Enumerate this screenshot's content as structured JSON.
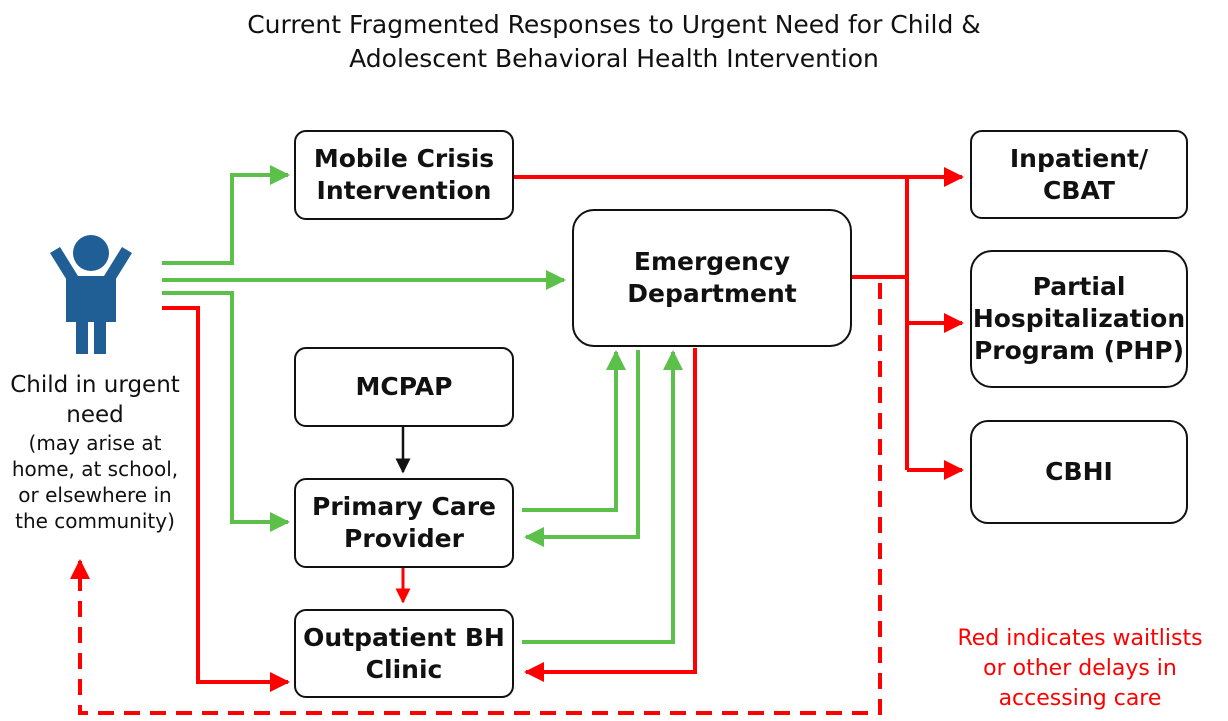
{
  "title": {
    "line1": "Current Fragmented Responses to Urgent Need for Child &",
    "line2": "Adolescent Behavioral Health Intervention"
  },
  "child": {
    "icon": "person-arms-raised-icon",
    "color": "#1f5f96",
    "label": "Child in urgent\nneed",
    "sublabel": "(may arise at\nhome, at school,\nor elsewhere in\nthe community)"
  },
  "nodes": {
    "mobile_crisis": "Mobile Crisis\nIntervention",
    "emergency_department": "Emergency\nDepartment",
    "mcpap": "MCPAP",
    "primary_care": "Primary Care\nProvider",
    "outpatient_bh": "Outpatient BH\nClinic",
    "inpatient_cbat": "Inpatient/\nCBAT",
    "php": "Partial\nHospitalization\nProgram (PHP)",
    "cbhi": "CBHI"
  },
  "legend": {
    "text": "Red indicates waitlists\nor other delays in\naccessing care"
  },
  "colors": {
    "green": "#5cc04a",
    "red": "#ff0000",
    "black": "#111111",
    "child_icon": "#1f5f96"
  },
  "edges": [
    {
      "from": "child",
      "to": "mobile_crisis",
      "color": "green",
      "style": "solid"
    },
    {
      "from": "child",
      "to": "emergency_department",
      "color": "green",
      "style": "solid"
    },
    {
      "from": "child",
      "to": "primary_care",
      "color": "green",
      "style": "solid"
    },
    {
      "from": "child",
      "to": "outpatient_bh",
      "color": "red",
      "style": "solid"
    },
    {
      "from": "mcpap",
      "to": "primary_care",
      "color": "black",
      "style": "solid"
    },
    {
      "from": "primary_care",
      "to": "outpatient_bh",
      "color": "red",
      "style": "solid"
    },
    {
      "from": "primary_care",
      "to": "emergency_department",
      "color": "green",
      "style": "solid"
    },
    {
      "from": "emergency_department",
      "to": "primary_care",
      "color": "green",
      "style": "solid"
    },
    {
      "from": "outpatient_bh",
      "to": "emergency_department",
      "color": "green",
      "style": "solid"
    },
    {
      "from": "emergency_department",
      "to": "outpatient_bh",
      "color": "red",
      "style": "solid"
    },
    {
      "from": "mobile_crisis",
      "to": "inpatient_cbat",
      "color": "red",
      "style": "solid"
    },
    {
      "from": "emergency_department",
      "to": "php",
      "color": "red",
      "style": "solid"
    },
    {
      "from": "emergency_department",
      "to": "cbhi",
      "color": "red",
      "style": "solid"
    },
    {
      "from": "emergency_department",
      "to": "child",
      "color": "red",
      "style": "dashed"
    }
  ]
}
